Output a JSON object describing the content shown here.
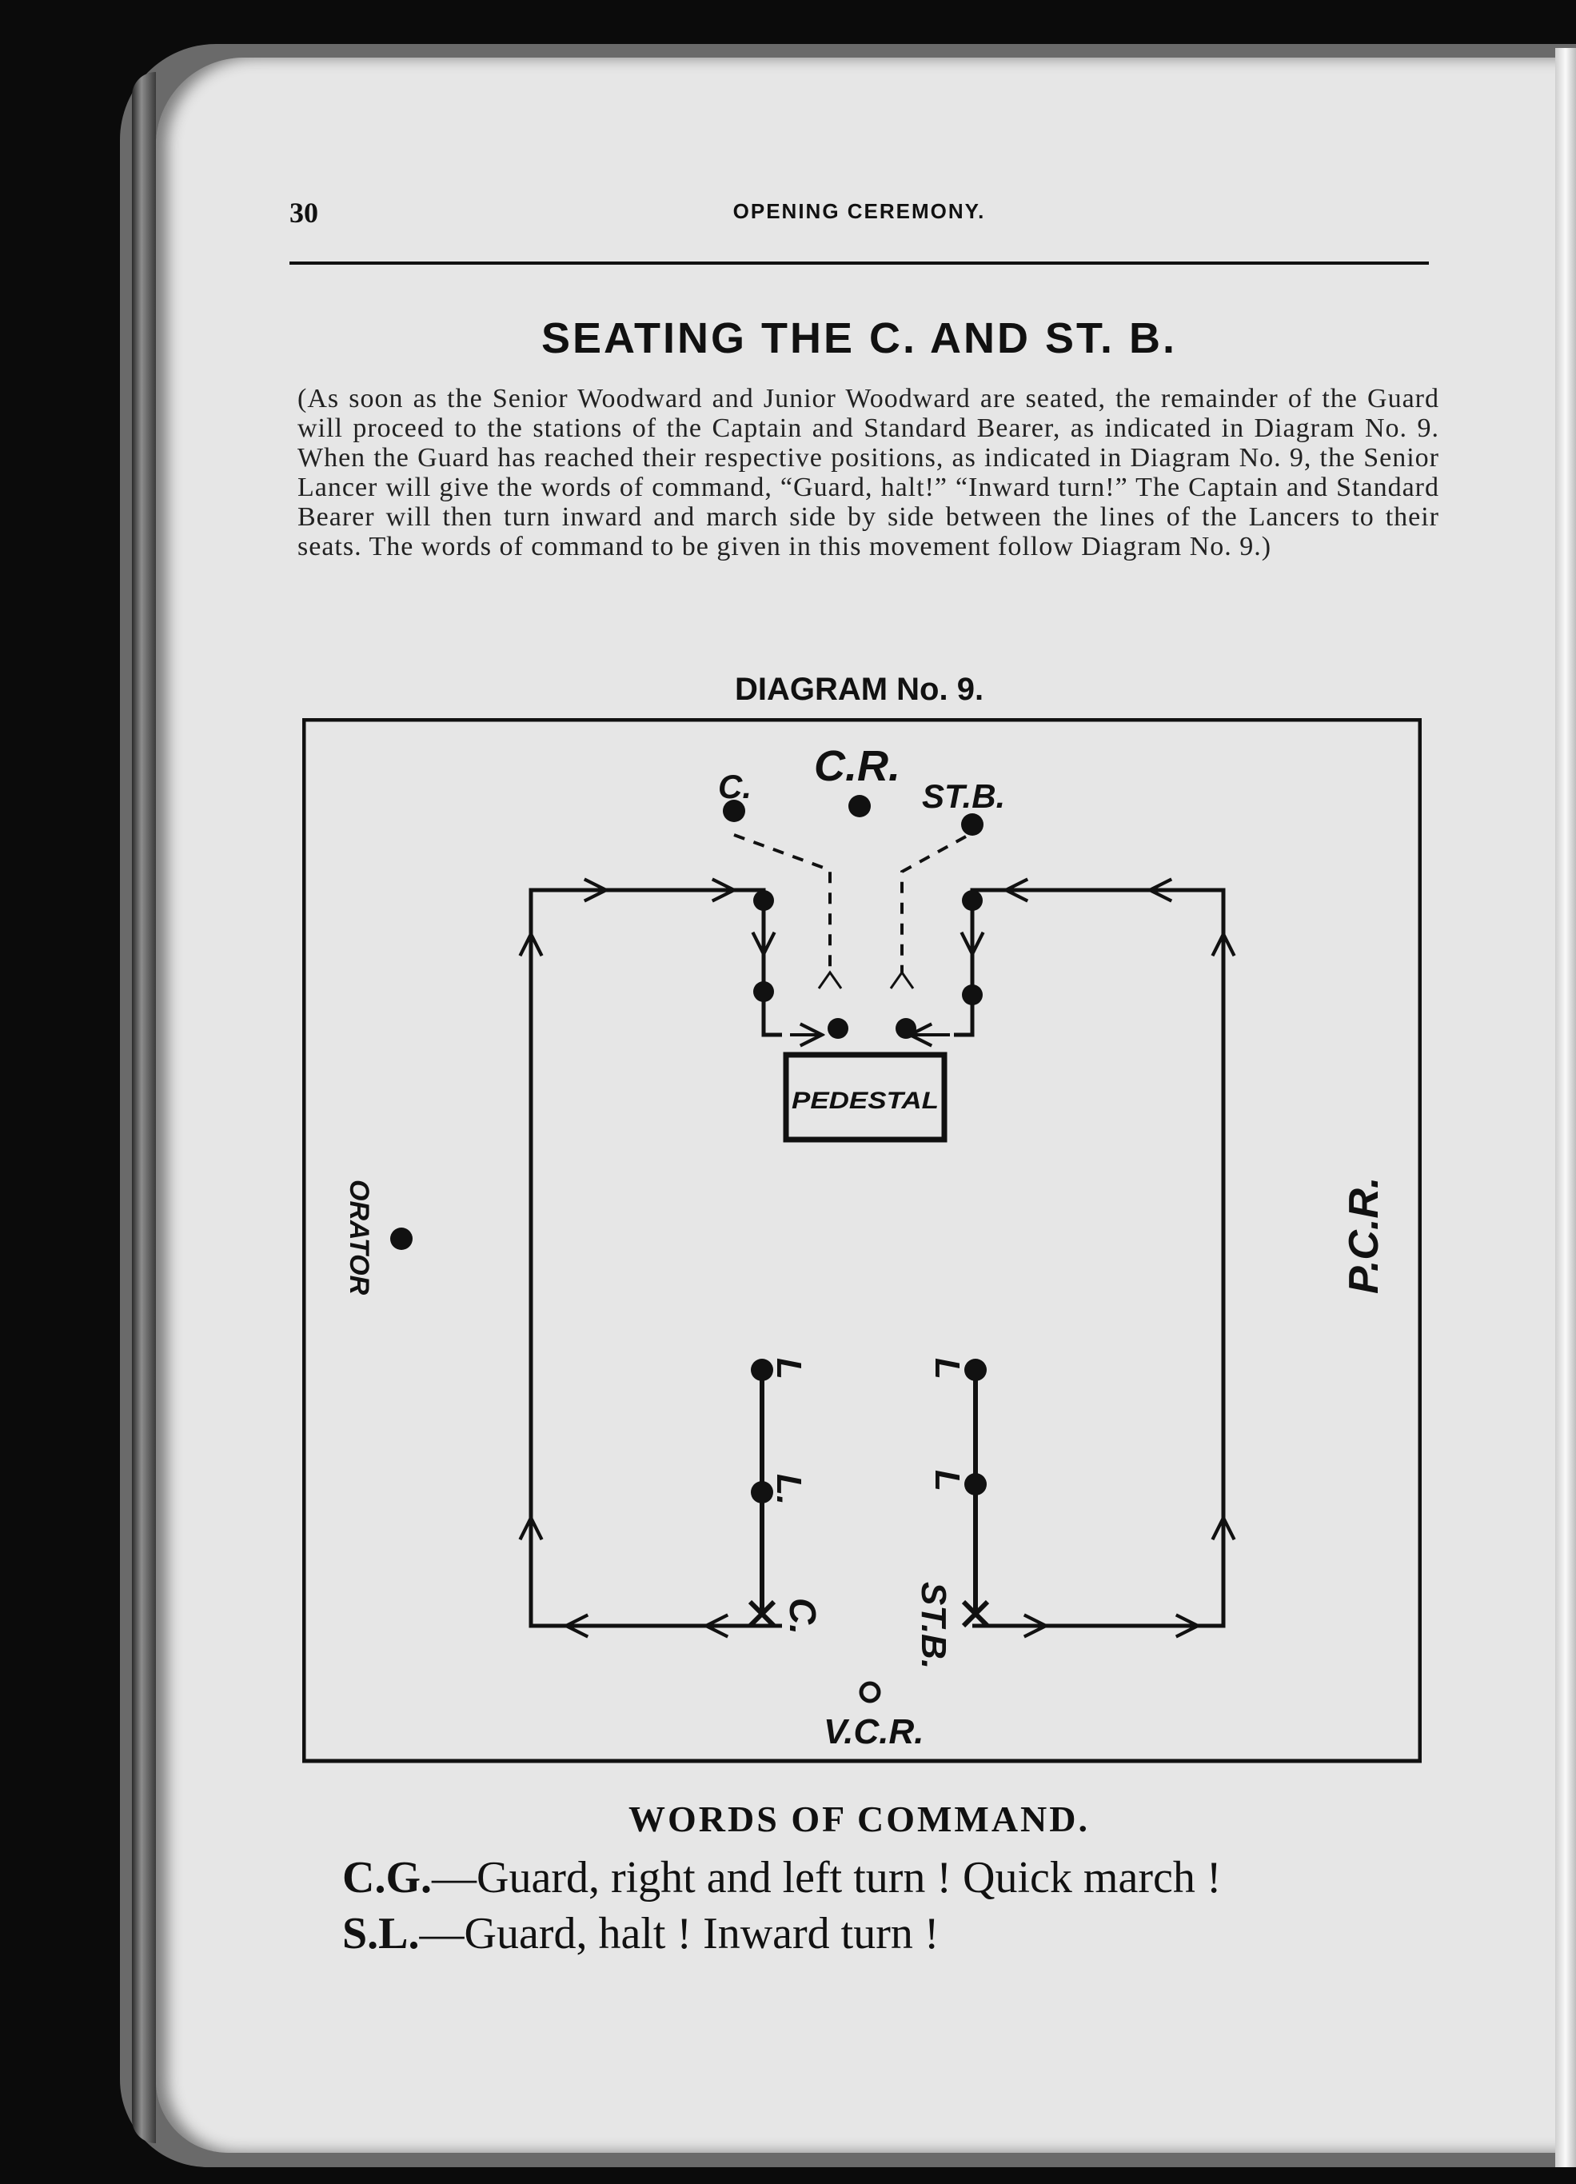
{
  "header": {
    "page_number": "30",
    "running_title": "OPENING CEREMONY."
  },
  "section": {
    "title": "SEATING THE C. AND ST. B.",
    "instructions": "(As soon as the Senior Woodward and Junior Woodward are seated, the remainder of the Guard will proceed to the stations of the Captain and Standard Bearer, as indicated in Diagram No. 9. When the Guard has reached their respective positions, as indicated in Diagram No. 9, the Senior Lancer will give the words of command, “Guard, halt!” “Inward turn!” The Captain and Standard Bearer will then turn inward and march side by side between the lines of the Lancers to their seats. The words of command to be given in this movement follow Diagram No. 9.)"
  },
  "diagram": {
    "title": "DIAGRAM No. 9.",
    "labels": {
      "cr": "C.R.",
      "c_top": "C.",
      "stb_top": "ST.B.",
      "pedestal": "PEDESTAL",
      "orator": "ORATOR",
      "pcr": "P.C.R.",
      "lancer_left_top": "L",
      "lancer_left_mid": "L.",
      "lancer_right_top": "L",
      "lancer_right_mid": "L",
      "c_bottom": "C.",
      "stb_bottom": "ST.B.",
      "vcr": "V.C.R."
    }
  },
  "commands": {
    "title": "WORDS OF COMMAND.",
    "line1_who": "C.G.",
    "line1_text": "—Guard, right and left turn !  Quick march !",
    "line2_who": "S.L.",
    "line2_text": "—Guard, halt !  Inward turn !"
  }
}
